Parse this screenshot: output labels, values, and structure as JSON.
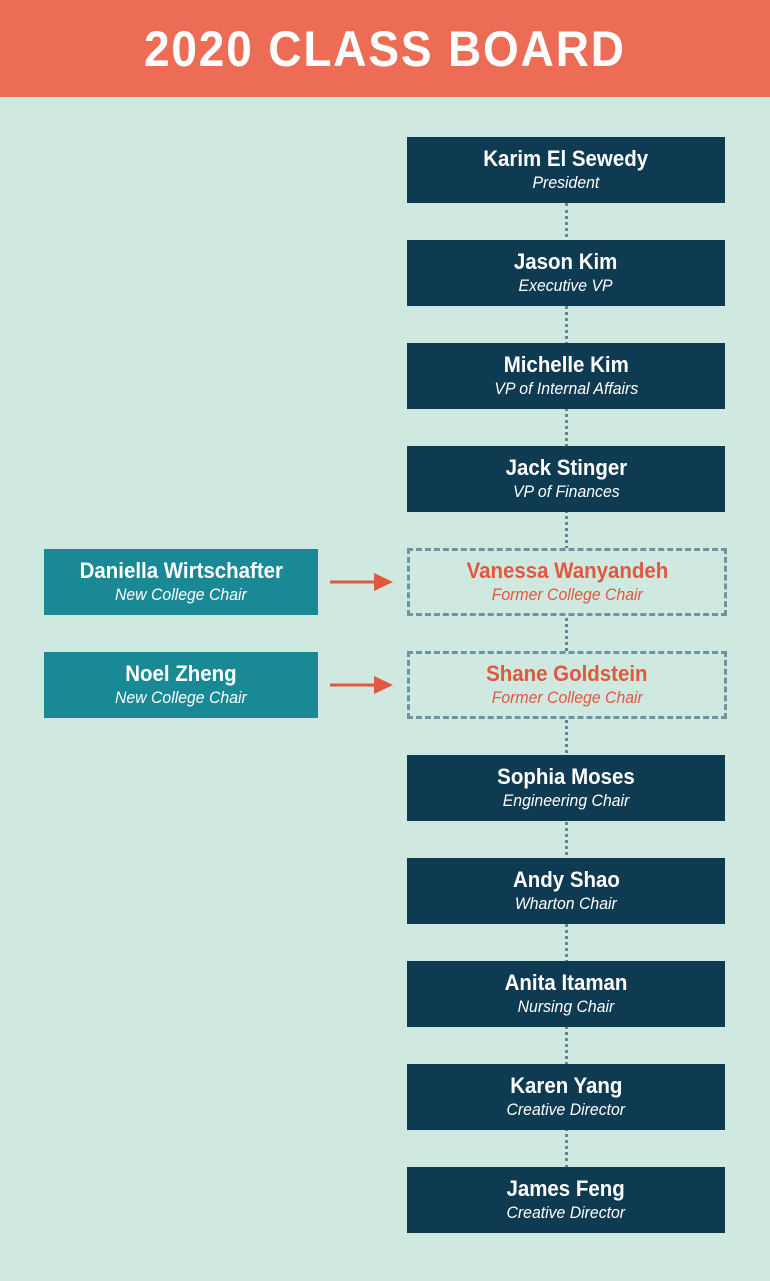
{
  "title": "2020 CLASS BOARD",
  "board": [
    {
      "name": "Karim El Sewedy",
      "role": "President"
    },
    {
      "name": "Jason Kim",
      "role": "Executive VP"
    },
    {
      "name": "Michelle Kim",
      "role": "VP of Internal Affairs"
    },
    {
      "name": "Jack Stinger",
      "role": "VP of Finances"
    },
    {
      "name": "Vanessa Wanyandeh",
      "role": "Former College Chair"
    },
    {
      "name": "Shane Goldstein",
      "role": "Former College Chair"
    },
    {
      "name": "Sophia Moses",
      "role": "Engineering Chair"
    },
    {
      "name": "Andy Shao",
      "role": "Wharton Chair"
    },
    {
      "name": "Anita Itaman",
      "role": "Nursing Chair"
    },
    {
      "name": "Karen Yang",
      "role": "Creative Director"
    },
    {
      "name": "James Feng",
      "role": "Creative Director"
    }
  ],
  "replacements": [
    {
      "name": "Daniella Wirtschafter",
      "role": "New College Chair"
    },
    {
      "name": "Noel Zheng",
      "role": "New College Chair"
    }
  ],
  "colors": {
    "background": "#cfe9e1",
    "banner": "#ec6c55",
    "box_dark": "#0f3b52",
    "box_teal": "#198996",
    "former_text": "#e0583d",
    "connector": "#5d8a99"
  }
}
